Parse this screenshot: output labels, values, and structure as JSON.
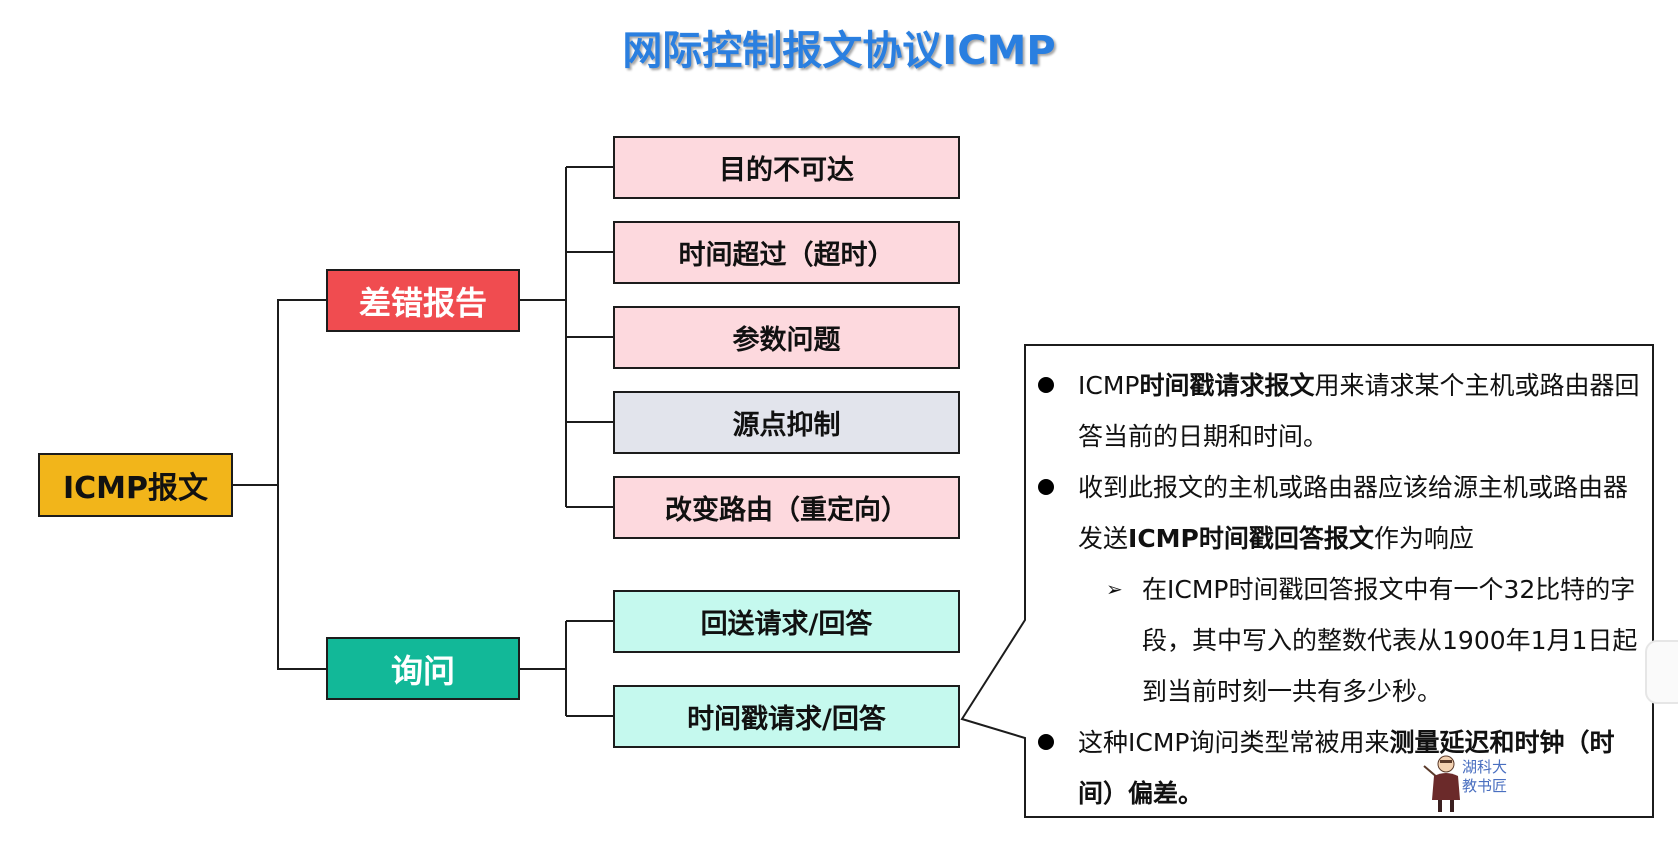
{
  "title": "网际控制报文协议ICMP",
  "tree": {
    "root": "ICMP报文",
    "categories": [
      {
        "label": "差错报告",
        "color": "#f04c50",
        "children": [
          {
            "label": "目的不可达",
            "color": "#fdd9de"
          },
          {
            "label": "时间超过（超时）",
            "color": "#fdd9de"
          },
          {
            "label": "参数问题",
            "color": "#fdd9de"
          },
          {
            "label": "源点抑制",
            "color": "#e2e4ec"
          },
          {
            "label": "改变路由（重定向）",
            "color": "#fdd9de"
          }
        ]
      },
      {
        "label": "询问",
        "color": "#12b898",
        "children": [
          {
            "label": "回送请求/回答",
            "color": "#c5f9ee"
          },
          {
            "label": "时间戳请求/回答",
            "color": "#c5f9ee"
          }
        ]
      }
    ]
  },
  "callout": {
    "target": "时间戳请求/回答",
    "bullets": [
      {
        "type": "bullet",
        "parts": [
          {
            "text": "ICMP",
            "bold": false
          },
          {
            "text": "时间戳请求报文",
            "bold": true
          },
          {
            "text": "用来请求某个主机或路由器回答当前的日期和时间。",
            "bold": false
          }
        ]
      },
      {
        "type": "bullet",
        "parts": [
          {
            "text": "收到此报文的主机或路由器应该给源主机或路由器发送",
            "bold": false
          },
          {
            "text": "ICMP时间戳回答报文",
            "bold": true
          },
          {
            "text": "作为响应",
            "bold": false
          }
        ]
      },
      {
        "type": "sub",
        "parts": [
          {
            "text": "在ICMP时间戳回答报文中有一个32比特的字段，其中写入的整数代表从1900年1月1日起到当前时刻一共有多少秒。",
            "bold": false
          }
        ]
      },
      {
        "type": "bullet",
        "parts": [
          {
            "text": "这种ICMP询问类型常被用来",
            "bold": false
          },
          {
            "text": "测量延迟和时钟（时间）偏差。",
            "bold": true
          }
        ]
      }
    ]
  },
  "watermark": {
    "line1": "湖科大",
    "line2": "教书匠"
  },
  "icons": {
    "bullet": "●",
    "sub_bullet": "➢"
  },
  "colors": {
    "title": "#2a7fe0",
    "root": "#f2b51a",
    "line": "#1c1c1c"
  }
}
